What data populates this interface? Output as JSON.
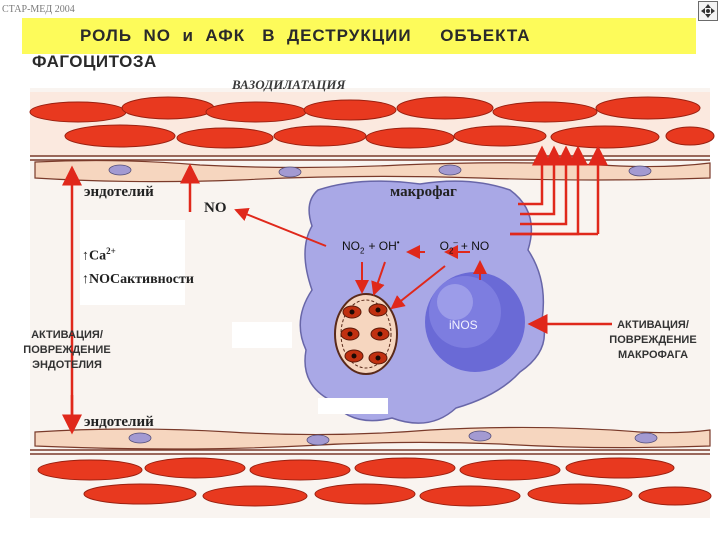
{
  "header": {
    "corner_tag": "СТАР-МЕД 2004",
    "title_line1": "РОЛЬ  NO  и  АФК   В  ДЕСТРУКЦИИ     ОБЪЕКТА",
    "title_line2": "ФАГОЦИТОЗА"
  },
  "diagram": {
    "vasodilation": "ВАЗОДИЛАТАЦИЯ",
    "endothelium_top": "эндотелий",
    "no_label": "NO",
    "macrophage": "макрофаг",
    "calcium_prefix": "↑Ca",
    "calcium_superscript": "2+",
    "nos_activity": "↑NOCактивности",
    "reaction_no2": "NO",
    "reaction_no2_sub": "2",
    "reaction_plus1": "+ OH",
    "reaction_dot": "•",
    "reaction_o2": "O",
    "reaction_o2_sub": "2",
    "reaction_o2_sup": "–",
    "reaction_tail": "+ NO",
    "inos": "iNOS",
    "activation_endothelium": [
      "АКТИВАЦИЯ/",
      "ПОВРЕЖДЕНИЕ",
      "ЭНДОТЕЛИЯ"
    ],
    "activation_macrophage": [
      "АКТИВАЦИЯ/",
      "ПОВРЕЖДЕНИЕ",
      "МАКРОФАГА"
    ],
    "endothelium_bottom": "эндотелий"
  },
  "colors": {
    "banner": "#fdfb5a",
    "cell_red": "#e8391f",
    "membrane_peach": "#f6d6bf",
    "macrophage_lilac": "#a9a8e6",
    "nucleus_blue": "#6a6ad6",
    "arrow_red": "#e0281b",
    "band_outline": "#7a3a2a"
  }
}
